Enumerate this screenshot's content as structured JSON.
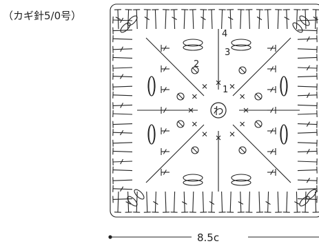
{
  "header": {
    "hook_label": "（カギ針5/0号）"
  },
  "diagram": {
    "center_label": "わ",
    "round_labels": [
      "1",
      "2",
      "3",
      "4"
    ],
    "width_label": "8.5c",
    "line_color": "#222222"
  }
}
